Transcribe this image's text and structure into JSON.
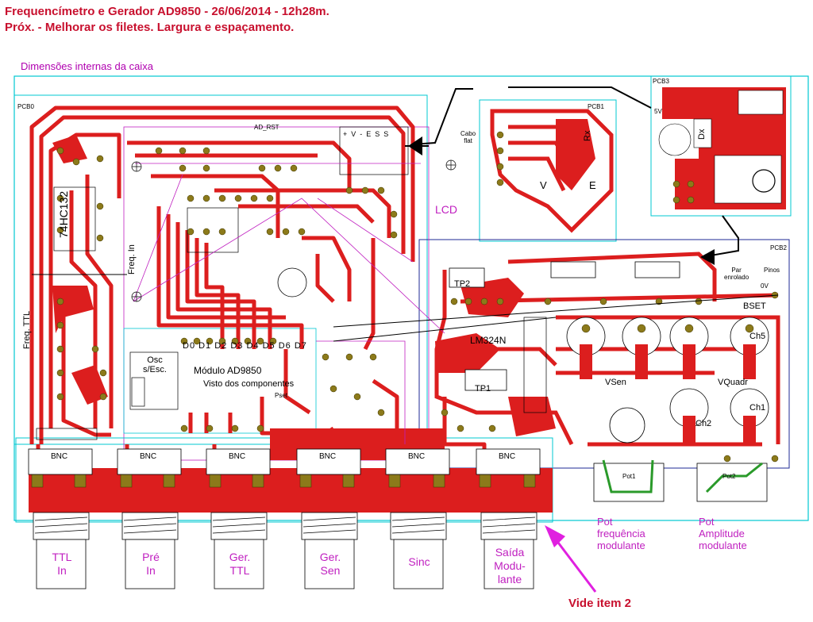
{
  "header": {
    "line1": "Frequencímetro e Gerador AD9850 - 26/06/2014 - 12h28m.",
    "line2": "Próx. - Melhorar os filetes. Largura e espaçamento."
  },
  "box_label": "Dimensões internas da caixa",
  "lcd_label": "LCD",
  "vide_label": "Vide item 2",
  "board_labels": {
    "pcb0": "PCB0",
    "pcb1": "PCB1",
    "pcb2": "PCB2",
    "pcb3": "PCB3",
    "module": "Módulo AD9850",
    "module_sub": "Visto dos componentes",
    "osc": "Osc\ns/Esc.",
    "chip1": "74HC132",
    "chip2": "LM324N",
    "freq_ttl": "Freq. TTL",
    "freq_in": "Freq. In",
    "vsen": "VSen",
    "vquadr": "VQuadr",
    "tp1": "TP1",
    "tp2": "TP2",
    "ch1": "Ch1",
    "ch2": "Ch2",
    "ch5": "Ch5",
    "pot1": "Pot1",
    "pot2": "Pot2",
    "par": "Par\nenrolado",
    "pinos": "Pinos",
    "zero_v": "0V",
    "five_v": "5V",
    "bset": "BSET",
    "cabo_flat": "Cabo\nflat",
    "rx": "Rx",
    "dx": "Dx",
    "v_mark": "V",
    "e_mark": "E",
    "data_pins": "D0 D1 D2 D3 D4 D5 D6 D7",
    "ad_rst": "AD_RST",
    "pset": "Pset",
    "lcd_pins": "+  V  -  E  S  S"
  },
  "bnc_label": "BNC",
  "connectors": [
    "TTL\nIn",
    "Pré\nIn",
    "Ger.\nTTL",
    "Ger.\nSen",
    "Sinc",
    "Saída\nModu-\nlante"
  ],
  "pots": [
    "Pot\nfrequência\nmodulante",
    "Pot\nAmplitude\nmodulante"
  ],
  "colors": {
    "copper": "#dc1e1e",
    "pad": "#8c7a1a",
    "outline": "#00c8d2",
    "magenta": "#c020c0",
    "title": "#c8102e",
    "jumper": "#2a9a2a"
  }
}
